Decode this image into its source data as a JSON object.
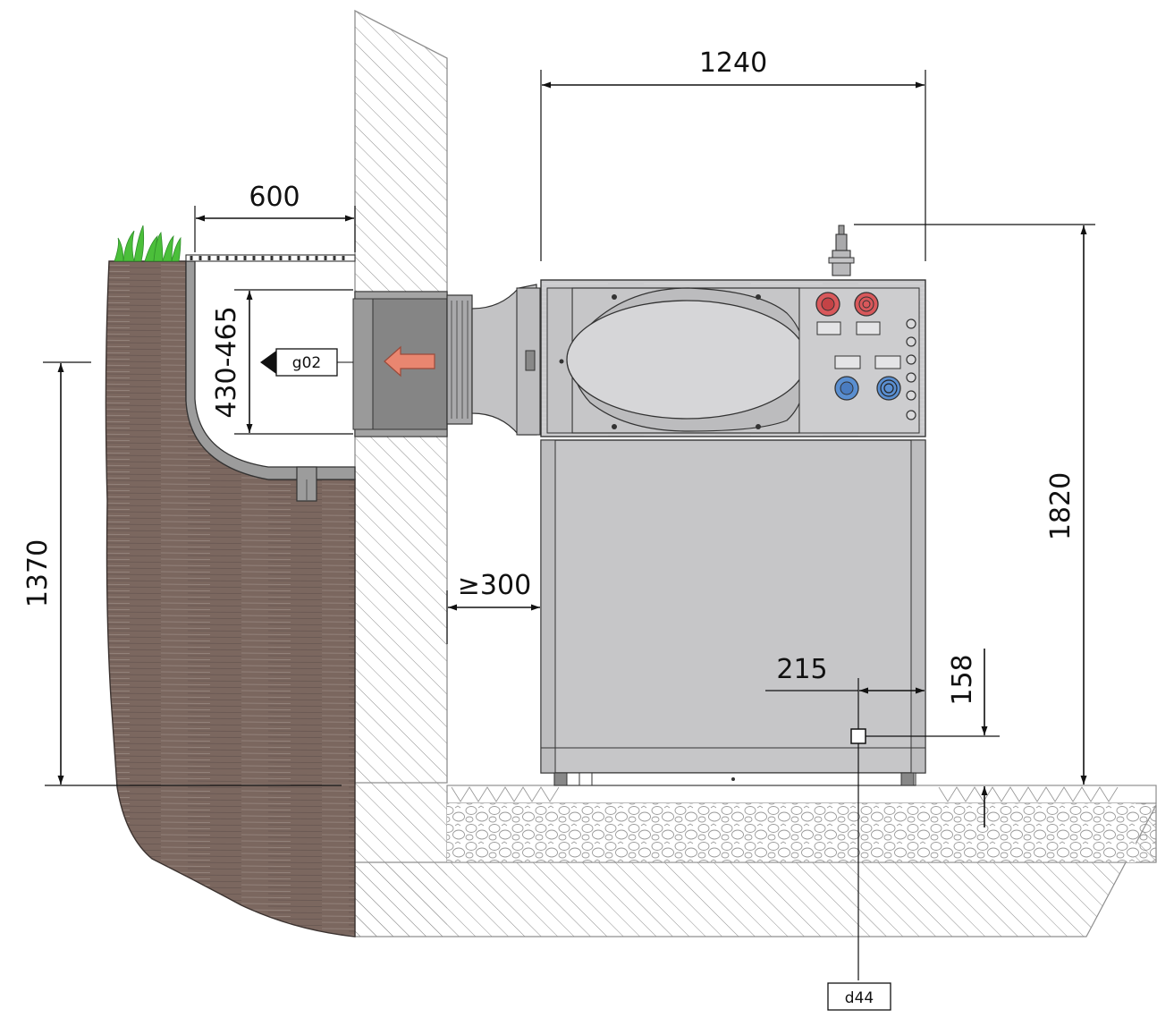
{
  "dimensions": {
    "unit_width": "1240",
    "light_well_width": "600",
    "duct_opening_height": "430-465",
    "total_height": "1820",
    "wall_clearance": "≥300",
    "condensate_offset_x": "215",
    "condensate_height": "158",
    "ground_height": "1370"
  },
  "labels": {
    "airflow_outlet": "g02",
    "condensate_drain": "d44"
  },
  "colors": {
    "earth": "#7e6a62",
    "unit_body": "#c9c9cb",
    "hot_water": "#d9585b",
    "cold_water": "#5a8fd1",
    "airflow_arrow": "#e98670",
    "grass": "#4bbf3a"
  }
}
